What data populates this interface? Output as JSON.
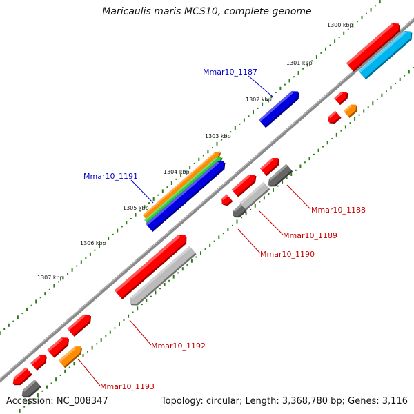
{
  "title": "Maricaulis maris MCS10, complete genome",
  "footer": {
    "accession": "Accession: NC_008347",
    "stats": "Topology: circular; Length: 3,368,780 bp; Genes: 3,116"
  },
  "colors": {
    "backbone": "#888888",
    "tick": "#2e7d1a",
    "label_blue": "#0000cc",
    "label_red": "#cc0000",
    "red_gene": "#ff0000",
    "blue_gene": "#0000e0",
    "orange_gene": "#ff8c00",
    "green_gene": "#33cc33",
    "gray_gene": "#bbbbbb",
    "darkgray_gene": "#666666",
    "cyan_gene": "#00b4f0"
  },
  "ticks": [
    {
      "label": "1300 kbp"
    },
    {
      "label": "1301 kbp"
    },
    {
      "label": "1302 kbp"
    },
    {
      "label": "1303 kbp"
    },
    {
      "label": "1304 kbp"
    },
    {
      "label": "1305 kbp"
    },
    {
      "label": "1306 kbp"
    },
    {
      "label": "1307 kbp"
    }
  ],
  "gene_labels": [
    {
      "text": "Mmar10_1187",
      "color": "blue"
    },
    {
      "text": "Mmar10_1191",
      "color": "blue"
    },
    {
      "text": "Mmar10_1188",
      "color": "red"
    },
    {
      "text": "Mmar10_1189",
      "color": "red"
    },
    {
      "text": "Mmar10_1190",
      "color": "red"
    },
    {
      "text": "Mmar10_1192",
      "color": "red"
    },
    {
      "text": "Mmar10_1193",
      "color": "red"
    }
  ]
}
